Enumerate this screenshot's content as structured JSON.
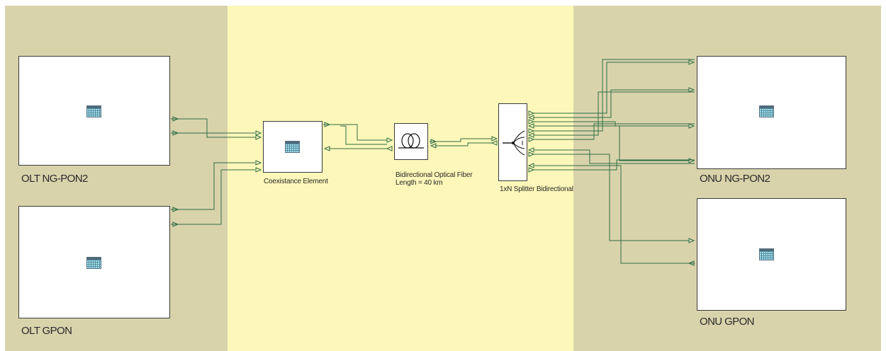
{
  "colors": {
    "zone_left": "#d9d3ac",
    "zone_middle": "#fdf7b9",
    "zone_right": "#d9d3ac",
    "wire": "#2f6e45",
    "block_border": "#3a3a3a",
    "block_fill": "#ffffff"
  },
  "blocks": {
    "olt_ngpon2": {
      "label": "OLT NG-PON2",
      "icon": "subsystem-icon"
    },
    "olt_gpon": {
      "label": "OLT GPON",
      "icon": "subsystem-icon"
    },
    "coexistence": {
      "label": "Coexistance Element",
      "icon": "subsystem-icon"
    },
    "fiber": {
      "label_line1": "Bidirectional Optical Fiber",
      "label_line2": "Length = 40  km",
      "icon": "fiber-coil-icon"
    },
    "splitter": {
      "label": "1xN Splitter Bidirectional",
      "icon": "splitter-icon"
    },
    "onu_ngpon2": {
      "label": "ONU NG-PON2",
      "icon": "subsystem-icon"
    },
    "onu_gpon": {
      "label": "ONU GPON",
      "icon": "subsystem-icon"
    }
  }
}
